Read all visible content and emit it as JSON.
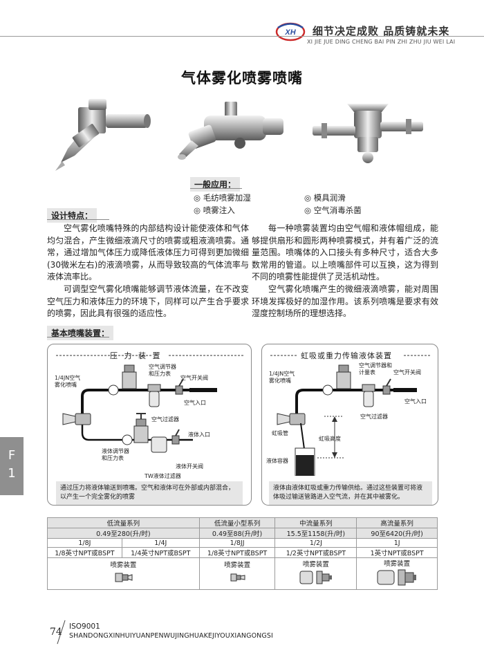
{
  "header": {
    "logo_text": "XH",
    "slogan": "细节决定成败  品质铸就未来",
    "slogan_pinyin": "XI JIE JUE DING CHENG BAI   PIN ZHI ZHU JIU WEI LAI"
  },
  "title": "气体雾化喷雾喷嘴",
  "applications": {
    "label": "一般应用：",
    "items": [
      "◎ 毛纺喷雾加湿",
      "◎ 模具润滑",
      "◎ 喷雾注入",
      "◎ 空气消毒杀菌"
    ]
  },
  "features": {
    "label": "设计特点：",
    "left": [
      "空气雾化喷嘴特殊的内部结构设计能使液体和气体均匀混合，产生微细液滴尺寸的喷雾或粗液滴喷雾。通常，通过增加气体压力或降低液体压力可得到更加微细(30微米左右)的液滴喷雾，从而导致较高的气体流率与液体流率比。",
      "可调型空气雾化喷嘴能够调节液体流量，在不改变空气压力和液体压力的环境下，同样可以产生合乎要求的喷雾，因此具有很强的适应性。"
    ],
    "right": [
      "每一种喷雾装置均由空气帽和液体帽组成，能够提供扇形和圆形两种喷雾模式，并有着广泛的流量范围。喷嘴体的入口接头有多种尺寸，适合大多数常用的管道。以上喷嘴部件可以互换，这为得到不同的喷雾性能提供了灵活机动性。",
      "空气雾化喷嘴产生的微细液滴喷雾，能对周围环境发挥极好的加湿作用。该系列喷嘴是要求有效湿度控制场所的理想选择。"
    ]
  },
  "basic": {
    "label": "基本喷嘴装置：",
    "left_diagram": {
      "title": "压 力 装 置",
      "labels": {
        "regulator": "空气调节器\n和压力表",
        "switch": "空气开关阀",
        "nozzle": "1/4JN空气\n雾化喷嘴",
        "inlet": "空气入口",
        "filter": "空气过滤器",
        "liq_in": "液体入口",
        "liq_reg": "液体调节器\n和压力表",
        "liq_sw": "液体开关阀",
        "tw": "TW液体过滤器"
      },
      "caption": "通过压力将液体输送到喷嘴。空气和液体可在外部或内部混合，以产生一个完全雾化的喷雾"
    },
    "right_diagram": {
      "title": "虹吸或重力传输液体装置",
      "labels": {
        "regulator": "空气调节器和\n计量表",
        "switch": "空气开关阀",
        "nozzle": "1/4JN空气\n雾化喷嘴",
        "inlet": "空气入口",
        "filter": "空气过滤器",
        "siphon": "虹吸管",
        "height": "虹吸高度",
        "container": "液体容器"
      },
      "caption": "液体由液体虹吸或重力传输供给。通过这些装置可将液体吸过输送管路进入空气流，并在其中被雾化。"
    }
  },
  "side_tab": [
    "F",
    "1"
  ],
  "table": {
    "series": [
      "低流量系列",
      "低流量小型系列",
      "中流量系列",
      "高流量系列"
    ],
    "flows": [
      "0.49至280(升/时)",
      "0.49至88(升/时)",
      "15.5至1158(升/时)",
      "90至6420(升/时)"
    ],
    "models": [
      "1/8J",
      "1/4J",
      "1/8JJ",
      "1/2J",
      "1J"
    ],
    "threads": [
      "1/8英寸NPT或BSPT",
      "1/4英寸NPT或BSPT",
      "1/8英寸NPT或BSPT",
      "1/2英寸NPT或BSPT",
      "1英寸NPT或BSPT"
    ],
    "device": "喷雾装置"
  },
  "footer": {
    "page": "74",
    "iso": "ISO9001",
    "company": "SHANDONGXINHUIYUANPENWUJINGHUAKEJIYOUXIANGONGSI"
  },
  "colors": {
    "grey_band": "#e6e6e6",
    "logo_red": "#cc2b2b",
    "logo_blue": "#2b4fa0",
    "tab": "#8f8f8f"
  }
}
